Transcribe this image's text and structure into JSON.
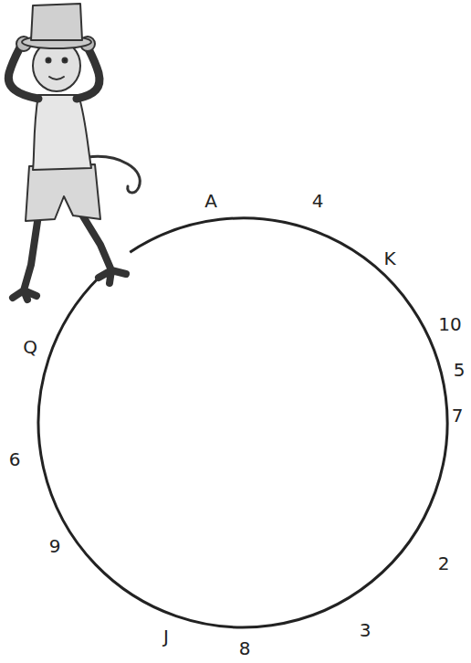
{
  "diagram": {
    "labels": [
      "A",
      "4",
      "K",
      "10",
      "5",
      "7",
      "2",
      "3",
      "8",
      "J",
      "9",
      "6",
      "Q"
    ]
  }
}
